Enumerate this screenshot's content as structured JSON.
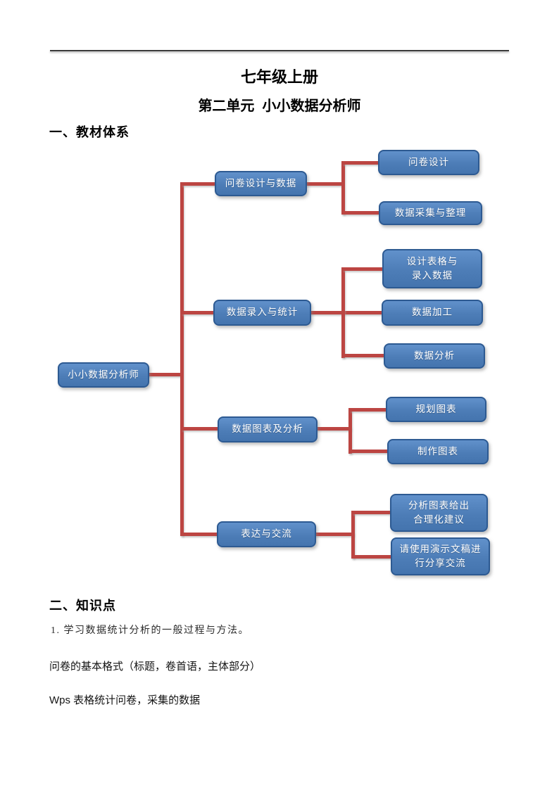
{
  "page": {
    "title": "七年级上册",
    "subtitle": "第二单元  小小数据分析师",
    "section1_heading": "一、教材体系",
    "section2_heading": "二、知识点",
    "knowledge_points": [
      "1. 学习数据统计分析的一般过程与方法。",
      "问卷的基本格式（标题，卷首语，主体部分）",
      "Wps 表格统计问卷，采集的数据"
    ]
  },
  "diagram": {
    "root": {
      "label": "小小数据分析师"
    },
    "branches": [
      {
        "label": "问卷设计与数据",
        "children": [
          "问卷设计",
          "数据采集与整理"
        ]
      },
      {
        "label": "数据录入与统计",
        "children": [
          "设计表格与\n录入数据",
          "数据加工",
          "数据分析"
        ]
      },
      {
        "label": "数据图表及分析",
        "children": [
          "规划图表",
          "制作图表"
        ]
      },
      {
        "label": "表达与交流",
        "children": [
          "分析图表给出\n合理化建议",
          "请使用演示文稿进\n行分享交流"
        ]
      }
    ],
    "colors": {
      "node_fill": "#4f81bd",
      "node_border": "#2d5a92",
      "node_text": "#ffffff",
      "connector": "#bc4542"
    }
  }
}
